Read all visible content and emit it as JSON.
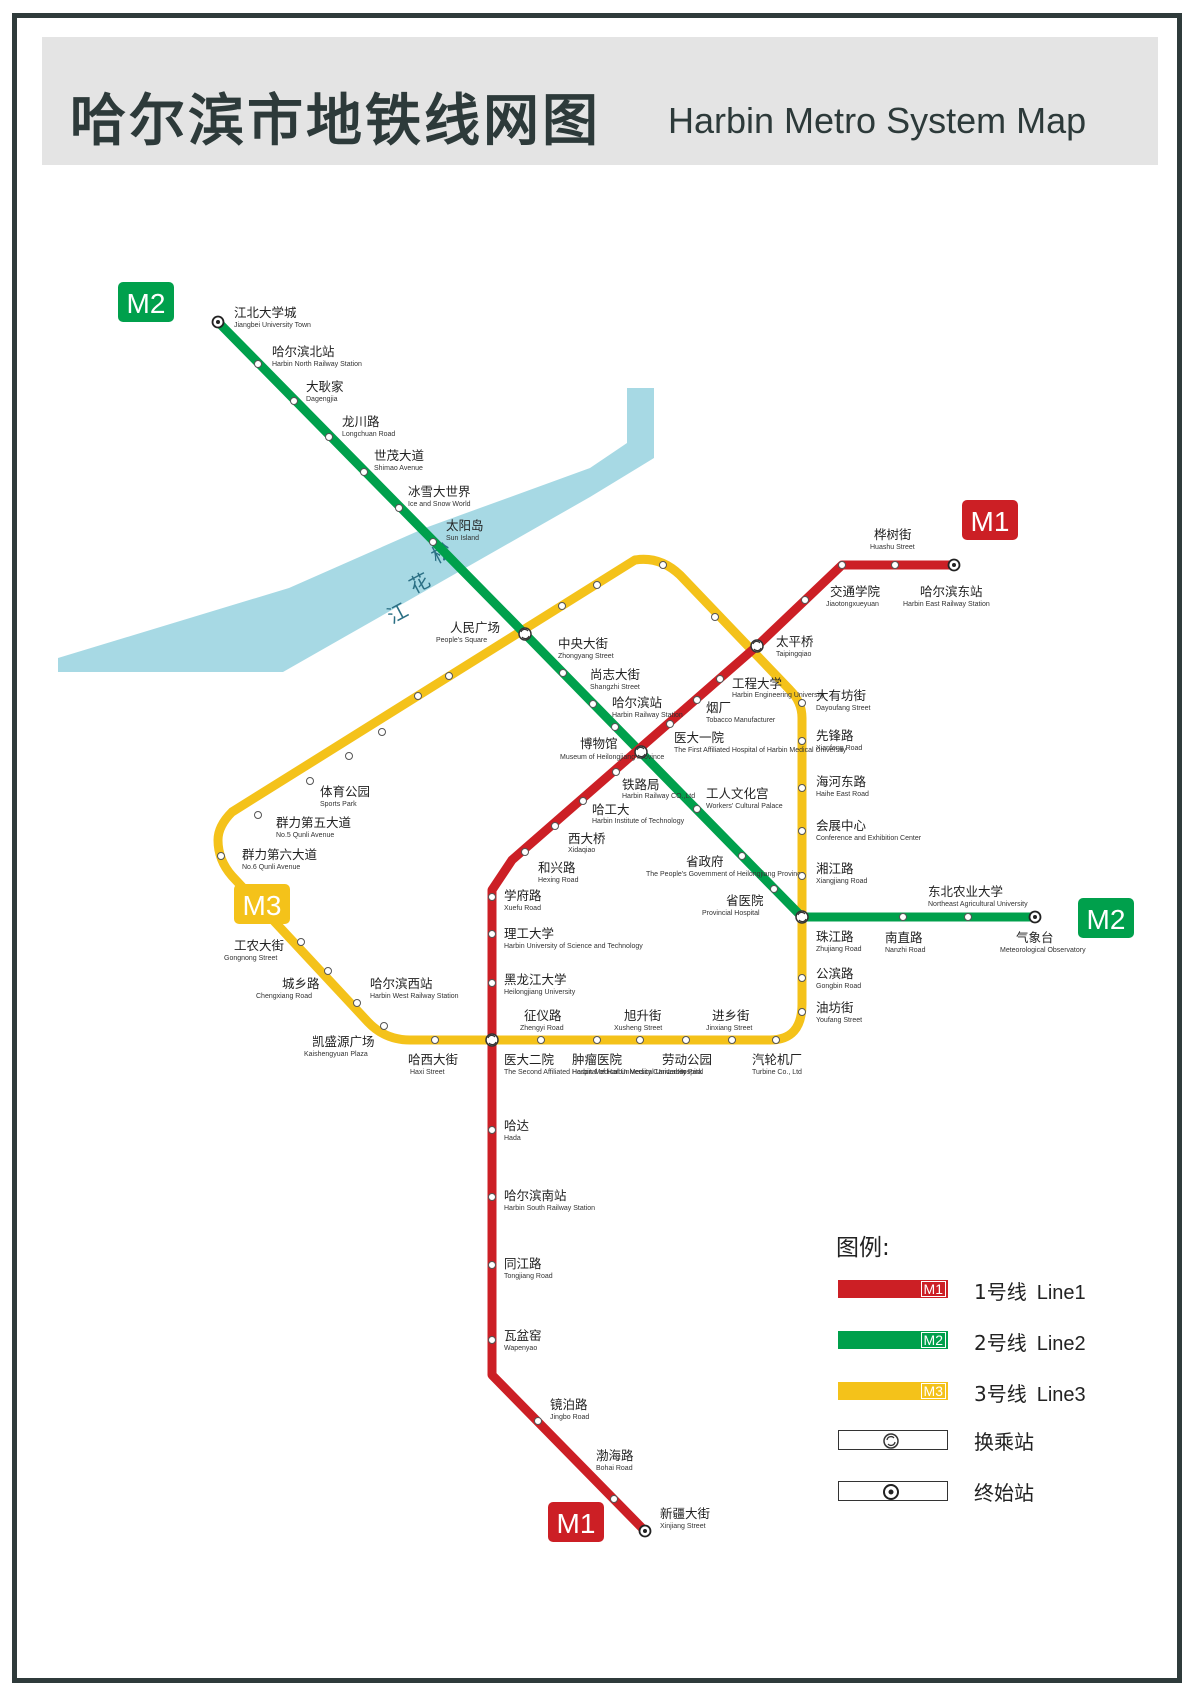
{
  "title": {
    "cn": "哈尔滨市地铁线网图",
    "en": "Harbin Metro System Map"
  },
  "colors": {
    "line1": "#cc1f25",
    "line2": "#00a04c",
    "line3": "#f4c21a",
    "river": "#a7d9e4",
    "frame": "#2f3b3b"
  },
  "river_label": [
    "松",
    "花",
    "江"
  ],
  "line_badges": {
    "m1": "M1",
    "m2": "M2",
    "m3": "M3"
  },
  "stations": {
    "jiangbei_univ": {
      "cn": "江北大学城",
      "en": "Jiangbei University Town"
    },
    "harbin_north": {
      "cn": "哈尔滨北站",
      "en": "Harbin North Railway Station"
    },
    "dagengjia": {
      "cn": "大耿家",
      "en": "Dagengjia"
    },
    "longchuan": {
      "cn": "龙川路",
      "en": "Longchuan Road"
    },
    "shimao": {
      "cn": "世茂大道",
      "en": "Shimao Avenue"
    },
    "ice_snow": {
      "cn": "冰雪大世界",
      "en": "Ice and Snow World"
    },
    "sun_island": {
      "cn": "太阳岛",
      "en": "Sun Island"
    },
    "peoples_square": {
      "cn": "人民广场",
      "en": "People's Square"
    },
    "zhongyang": {
      "cn": "中央大街",
      "en": "Zhongyang Street"
    },
    "shangzhi": {
      "cn": "尚志大街",
      "en": "Shangzhi Street"
    },
    "harbin_station": {
      "cn": "哈尔滨站",
      "en": "Harbin Railway Station"
    },
    "museum": {
      "cn": "博物馆",
      "en": "Museum of Heilongjiang Province"
    },
    "tieluju": {
      "cn": "铁路局",
      "en": "Harbin Railway CO.,Ltd"
    },
    "workers_palace": {
      "cn": "工人文化宫",
      "en": "Workers' Cultural Palace"
    },
    "provincial_gov": {
      "cn": "省政府",
      "en": "The People's Government of Heilongjiang Province"
    },
    "provincial_hospital": {
      "cn": "省医院",
      "en": "Provincial Hospital"
    },
    "neau": {
      "cn": "东北农业大学",
      "en": "Northeast Agricultural University"
    },
    "qixiangtai": {
      "cn": "气象台",
      "en": "Meteorological Observatory"
    },
    "nanzhi": {
      "cn": "南直路",
      "en": "Nanzhi Road"
    },
    "huashu": {
      "cn": "桦树街",
      "en": "Huashu Street"
    },
    "harbin_east": {
      "cn": "哈尔滨东站",
      "en": "Harbin East Railway Station"
    },
    "jiaotong": {
      "cn": "交通学院",
      "en": "Jiaotongxueyuan"
    },
    "taipingqiao": {
      "cn": "太平桥",
      "en": "Taipingqiao"
    },
    "gongcheng": {
      "cn": "工程大学",
      "en": "Harbin Engineering University"
    },
    "yanchang": {
      "cn": "烟厂",
      "en": "Tobacco Manufacturer"
    },
    "yida_yiyuan": {
      "cn": "医大一院",
      "en": "The First Affiliated Hospital of Harbin Medical University"
    },
    "hagongda": {
      "cn": "哈工大",
      "en": "Harbin Institute of Technology"
    },
    "xidaqiao": {
      "cn": "西大桥",
      "en": "Xidaqiao"
    },
    "hexing": {
      "cn": "和兴路",
      "en": "Hexing Road"
    },
    "xuefu": {
      "cn": "学府路",
      "en": "Xuefu Road"
    },
    "ligong": {
      "cn": "理工大学",
      "en": "Harbin University of Science and Technology"
    },
    "heida": {
      "cn": "黑龙江大学",
      "en": "Heilongjiang University"
    },
    "yida_eryuan": {
      "cn": "医大二院",
      "en": "The Second Affiliated Hospital of Harbin Medical University"
    },
    "hada": {
      "cn": "哈达",
      "en": "Hada"
    },
    "harbin_south": {
      "cn": "哈尔滨南站",
      "en": "Harbin South Railway Station"
    },
    "tongjiang": {
      "cn": "同江路",
      "en": "Tongjiang Road"
    },
    "wapenyao": {
      "cn": "瓦盆窑",
      "en": "Wapenyao"
    },
    "jingbo": {
      "cn": "镜泊路",
      "en": "Jingbo Road"
    },
    "bohai": {
      "cn": "渤海路",
      "en": "Bohai Road"
    },
    "xinjiang": {
      "cn": "新疆大街",
      "en": "Xinjiang Street"
    },
    "tiyu_park": {
      "cn": "体育公园",
      "en": "Sports Park"
    },
    "qunli5": {
      "cn": "群力第五大道",
      "en": "No.5 Qunli Avenue"
    },
    "qunli6": {
      "cn": "群力第六大道",
      "en": "No.6 Qunli Avenue"
    },
    "gongnong": {
      "cn": "工农大街",
      "en": "Gongnong Street"
    },
    "chengxiang": {
      "cn": "城乡路",
      "en": "Chengxiang Road"
    },
    "harbin_west": {
      "cn": "哈尔滨西站",
      "en": "Harbin West Railway Station"
    },
    "kaishengyuan": {
      "cn": "凯盛源广场",
      "en": "Kaishengyuan Plaza"
    },
    "haxi": {
      "cn": "哈西大街",
      "en": "Haxi Street"
    },
    "zhengyi": {
      "cn": "征仪路",
      "en": "Zhengyi Road"
    },
    "zhongliu": {
      "cn": "肿瘤医院",
      "en": "Harbin Medical University Cancer Hospital"
    },
    "xusheng": {
      "cn": "旭升街",
      "en": "Xusheng Street"
    },
    "laodong": {
      "cn": "劳动公园",
      "en": "Labor Park"
    },
    "jinxiang": {
      "cn": "进乡街",
      "en": "Jinxiang Street"
    },
    "turbine": {
      "cn": "汽轮机厂",
      "en": "Turbine Co., Ltd"
    },
    "youfang": {
      "cn": "油坊街",
      "en": "Youfang Street"
    },
    "gongbin": {
      "cn": "公滨路",
      "en": "Gongbin Road"
    },
    "zhujiang": {
      "cn": "珠江路",
      "en": "Zhujiang Road"
    },
    "xiangjiang": {
      "cn": "湘江路",
      "en": "Xiangjiang Road"
    },
    "huizhan": {
      "cn": "会展中心",
      "en": "Conference and Exhibition Center"
    },
    "haihe_east": {
      "cn": "海河东路",
      "en": "Haihe East Road"
    },
    "xianfeng": {
      "cn": "先锋路",
      "en": "Xianfeng Road"
    },
    "dayoufang": {
      "cn": "大有坊街",
      "en": "Dayoufang Street"
    }
  },
  "legend": {
    "title": "图例:",
    "line1": {
      "code": "M1",
      "cn": "1号线",
      "en": "Line1"
    },
    "line2": {
      "code": "M2",
      "cn": "2号线",
      "en": "Line2"
    },
    "line3": {
      "code": "M3",
      "cn": "3号线",
      "en": "Line3"
    },
    "transfer": {
      "cn": "换乘站",
      "icon": "transfer-icon"
    },
    "terminal": {
      "cn": "终始站",
      "icon": "terminal-icon"
    }
  }
}
